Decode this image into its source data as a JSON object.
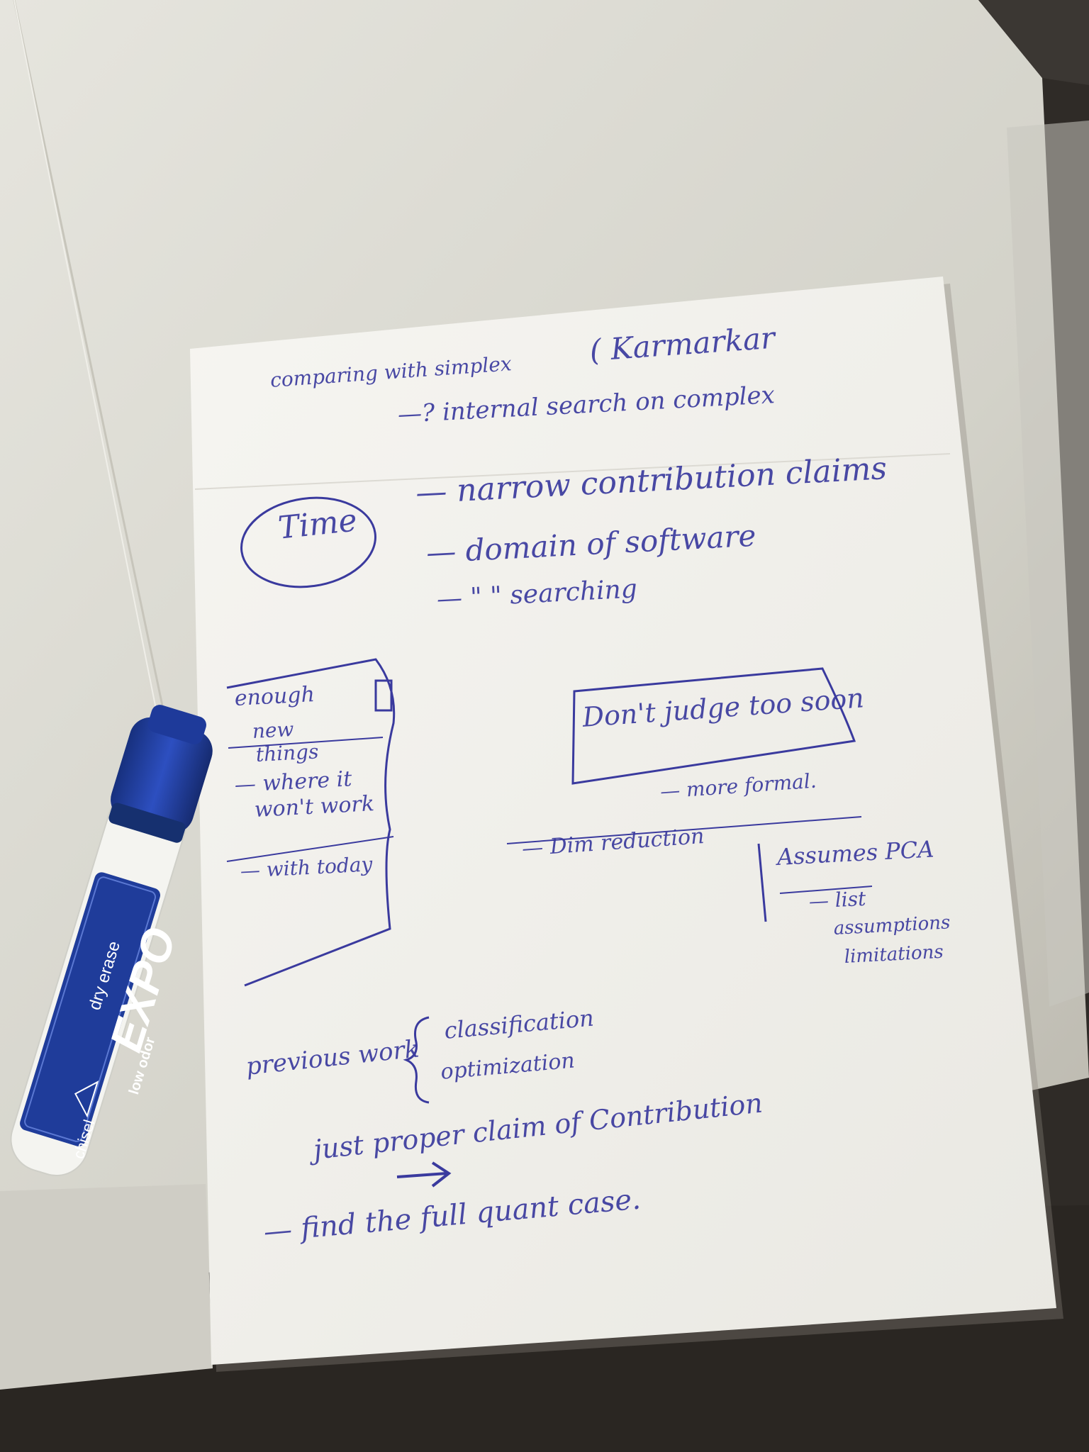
{
  "notes": {
    "l1": "comparing with simplex",
    "l1b": "( Karmarkar",
    "l2": "—? internal search on complex",
    "time": "Time",
    "l3": "— narrow contribution claims",
    "l4": "— domain of software",
    "l5": "— \"  \" searching",
    "box1a": "enough",
    "box1b": "new",
    "box1c": "things",
    "box1d": "— where it",
    "box1e": "won't work",
    "box1f": "— with today",
    "judge": "Don't judge too soon",
    "formal": "— more formal.",
    "dim": "— Dim reduction",
    "pca": "Assumes PCA",
    "pca2": "— list",
    "pca3": "assumptions",
    "pca4": "limitations",
    "prev": "previous work",
    "class": "classification",
    "opt": "optimization",
    "just": "just proper claim of Contribution",
    "find": "— find the full quant case."
  },
  "marker": {
    "brand": "EXPO",
    "sub": "dry erase",
    "odor": "low odor",
    "tip": "chisel"
  },
  "colors": {
    "ink": "#3a3a9e",
    "paper": "#f4f3ef",
    "marker_blue": "#1f3c9a",
    "board": "#d8d7cf"
  }
}
